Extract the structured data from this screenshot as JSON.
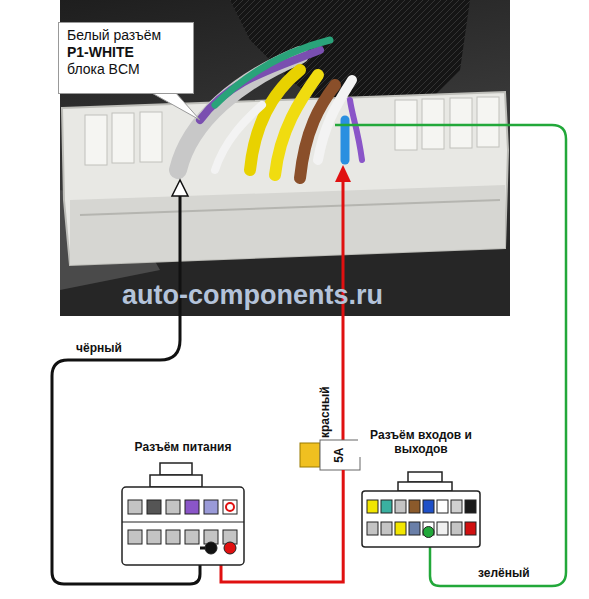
{
  "diagram": {
    "nodes": [
      {
        "text": [
          "Белый разъём",
          "P1-WHITE",
          "блока BCM"
        ]
      },
      {
        "text": [
          "Разъём питания"
        ]
      },
      {
        "text": [
          "Разъём входов и выходов"
        ]
      },
      {
        "text": [
          "5A"
        ]
      }
    ],
    "edges": [
      {
        "from": 3,
        "to": 1,
        "arrow": "none"
      }
    ],
    "labels": [
      "auto-components.ru",
      "чёрный",
      "красный",
      "зелёный"
    ]
  }
}
